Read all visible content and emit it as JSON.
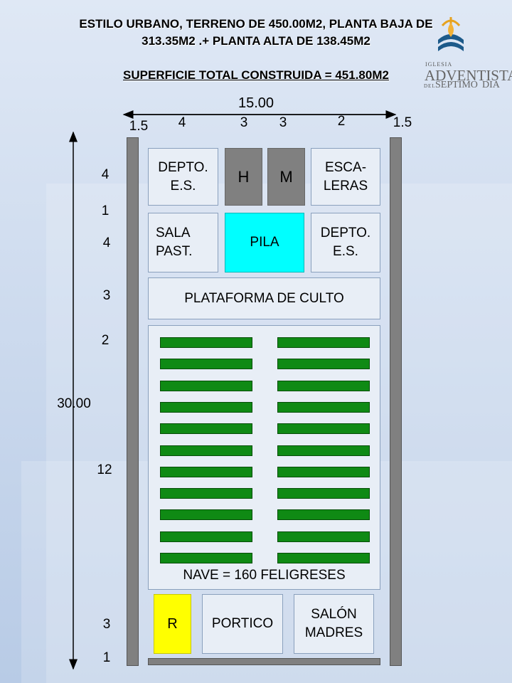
{
  "header": {
    "line1": "ESTILO URBANO, TERRENO DE 450.00M2, PLANTA BAJA DE",
    "line2": "313.35M2 .+ PLANTA ALTA DE 138.45M2",
    "line3": "SUPERFICIE TOTAL CONSTRUIDA = 451.80M2"
  },
  "logo": {
    "iglesia": "IGLESIA",
    "adventista": "ADVENTISTA",
    "del": "DEL",
    "septimo": "SEPTIMO",
    "dia": "DIA"
  },
  "dimensions": {
    "total_width": "15.00",
    "total_length": "30.00",
    "widths": [
      "1.5",
      "4",
      "3",
      "3",
      "2",
      "1.5"
    ],
    "lengths": [
      "4",
      "1",
      "4",
      "3",
      "2",
      "12",
      "3",
      "1"
    ]
  },
  "rooms": {
    "depto_top": "DEPTO.\nE.S.",
    "h": "H",
    "m": "M",
    "escaleras": "ESCA-\nLERAS",
    "sala_past": "SALA\nPAST.",
    "pila": "PILA",
    "depto_right": "DEPTO.\nE.S.",
    "plataforma": "PLATAFORMA DE CULTO",
    "nave_label": "NAVE = 160 FELIGRESES",
    "r": "R",
    "portico": "PORTICO",
    "salon": "SALÓN\nMADRES"
  },
  "pews": {
    "rows": 11,
    "columns": 2
  },
  "colors": {
    "pew": "#0f8a14",
    "pila": "#00ffff",
    "restroom": "#808080",
    "r_room": "#ffff00"
  }
}
